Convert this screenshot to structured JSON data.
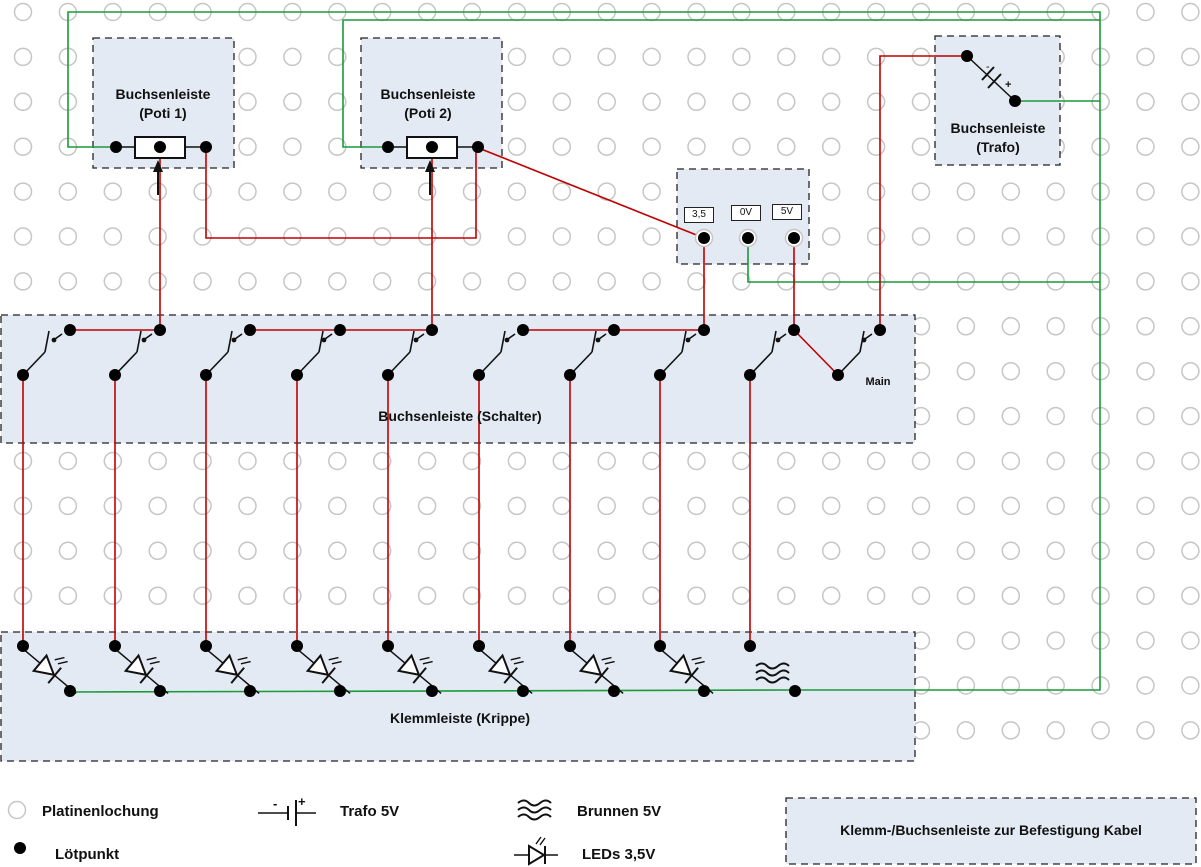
{
  "blocks": {
    "poti1": {
      "title": "Buchsenleiste",
      "sub": "(Poti 1)"
    },
    "poti2": {
      "title": "Buchsenleiste",
      "sub": "(Poti 2)"
    },
    "trafo": {
      "title": "Buchsenleiste",
      "sub": "(Trafo)"
    },
    "schalter": {
      "title": "Buchsenleiste (Schalter)"
    },
    "krippe": {
      "title": "Klemmleiste (Krippe)"
    }
  },
  "supply": {
    "tags": [
      "3,5",
      "0V",
      "5V"
    ]
  },
  "switches": {
    "main_label": "Main"
  },
  "legend": {
    "platinenlochung": "Platinenlochung",
    "loetpunkt": "Lötpunkt",
    "trafo": "Trafo 5V",
    "brunnen": "Brunnen 5V",
    "leds": "LEDs 3,5V",
    "box": "Klemm-/Buchsenleiste zur Befestigung Kabel"
  },
  "colors": {
    "box_fill": "#e4eaf3",
    "wire_red": "#c00000",
    "wire_green": "#1a9a3a",
    "hole": "#c6c6c6"
  }
}
